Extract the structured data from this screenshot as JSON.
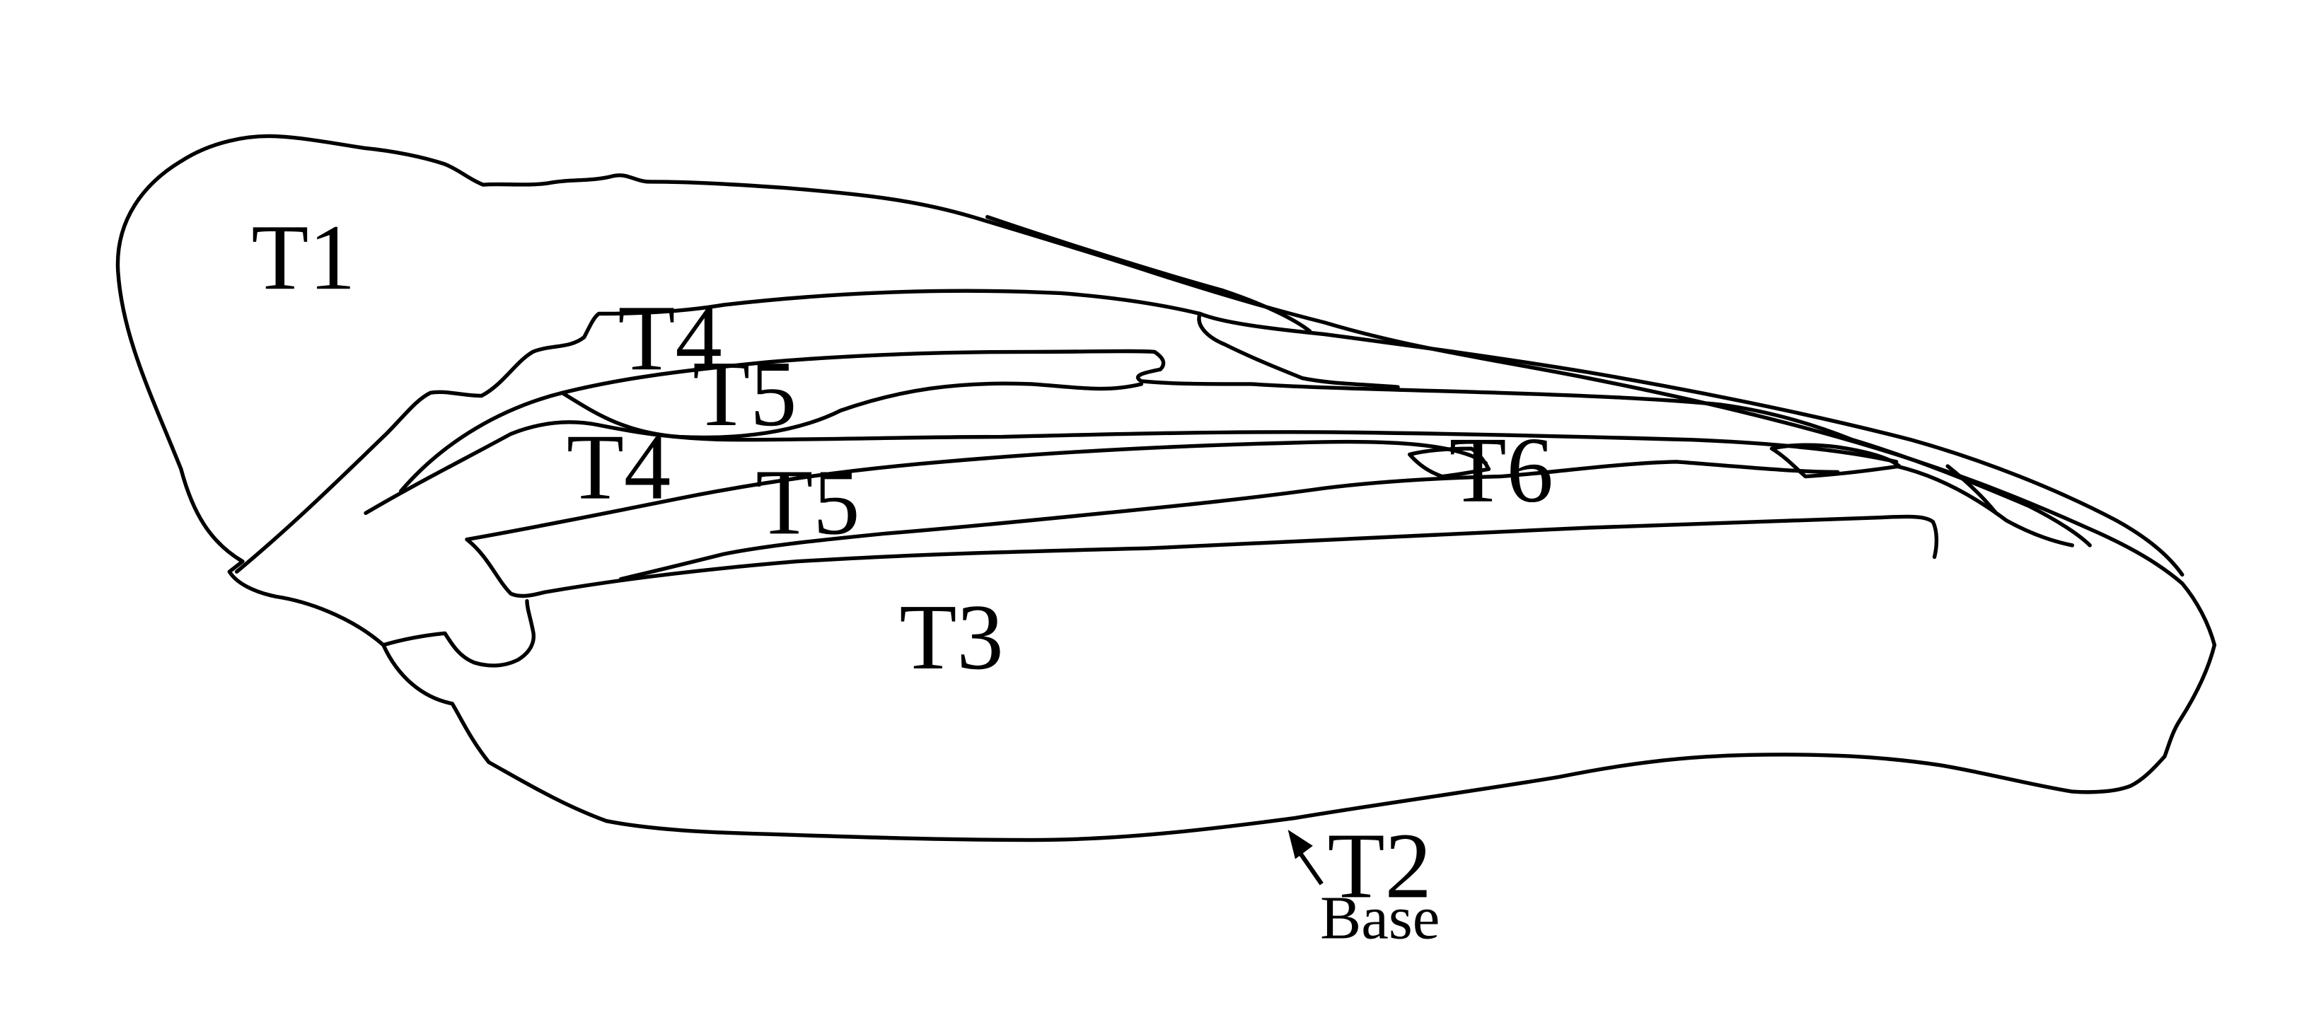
{
  "figure": {
    "labels": {
      "t1": "T1",
      "t2": "T2",
      "t3": "T3",
      "t4_upper": "T4",
      "t4_lower": "T4",
      "t5_upper": "T5",
      "t5_lower": "T5",
      "t6": "T6",
      "base": "Base"
    },
    "colors": {
      "line": "#000000",
      "background": "#ffffff"
    },
    "icons": {
      "pointer": "arrow-up-left-icon"
    }
  }
}
